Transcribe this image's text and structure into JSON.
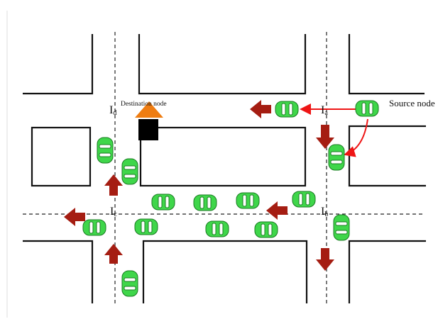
{
  "labels": {
    "source_node": "Source node",
    "destination_node": "Destination node",
    "intersection_a": "I",
    "intersection_a_sub": "a",
    "intersection_b": "I",
    "intersection_b_sub": "b",
    "intersection_c": "I",
    "intersection_c_sub": "c",
    "intersection_d": "I",
    "intersection_d_sub": "d"
  },
  "colors": {
    "road": "#111111",
    "lane_dash": "#222222",
    "car_body": "#3fd64a",
    "car_outline": "#1a7a22",
    "car_window": "#ffffff",
    "traffic_arrow": "#a51d12",
    "route_arrow": "#ee1515",
    "destination_marker": "#ef7d12",
    "destination_block": "#000000"
  },
  "icons": {
    "vehicle": "car-icon",
    "traffic_direction": "arrow-icon",
    "destination": "house-icon"
  }
}
